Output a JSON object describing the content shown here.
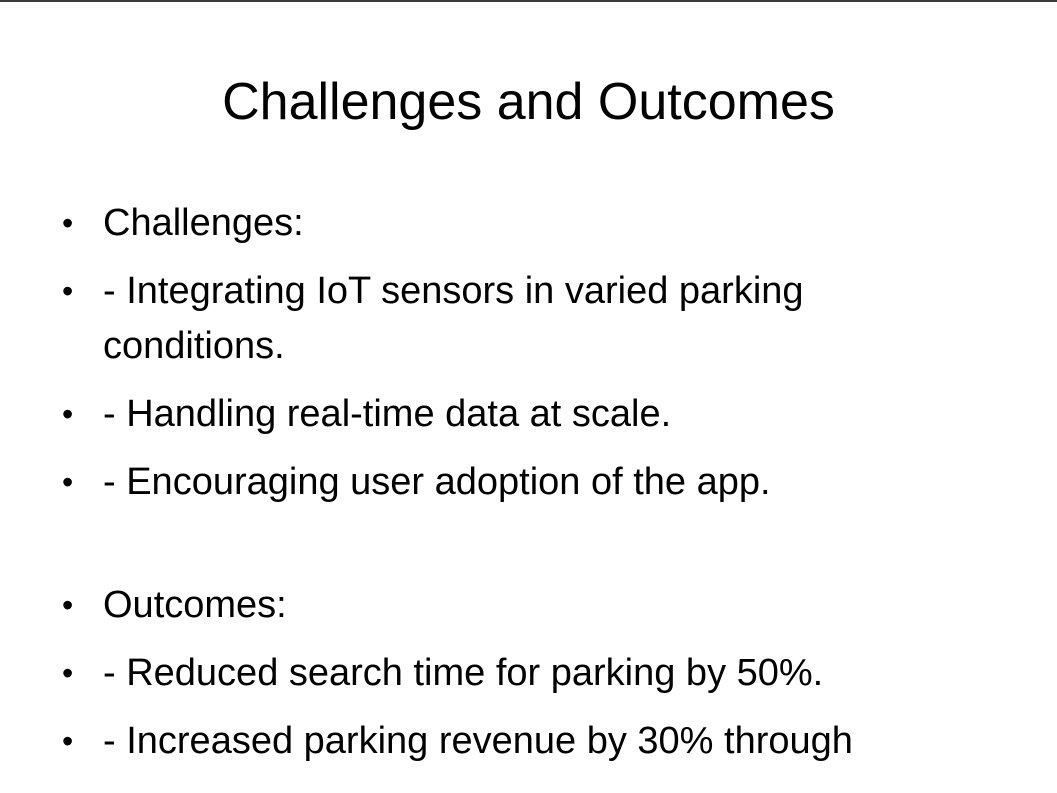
{
  "slide": {
    "title": "Challenges and Outcomes",
    "bullets": [
      "Challenges:",
      "- Integrating IoT sensors in varied parking conditions.",
      "- Handling real-time data at scale.",
      "- Encouraging user adoption of the app.",
      "Outcomes:",
      "- Reduced search time for parking by 50%.",
      "- Increased parking revenue by 30% through"
    ]
  }
}
